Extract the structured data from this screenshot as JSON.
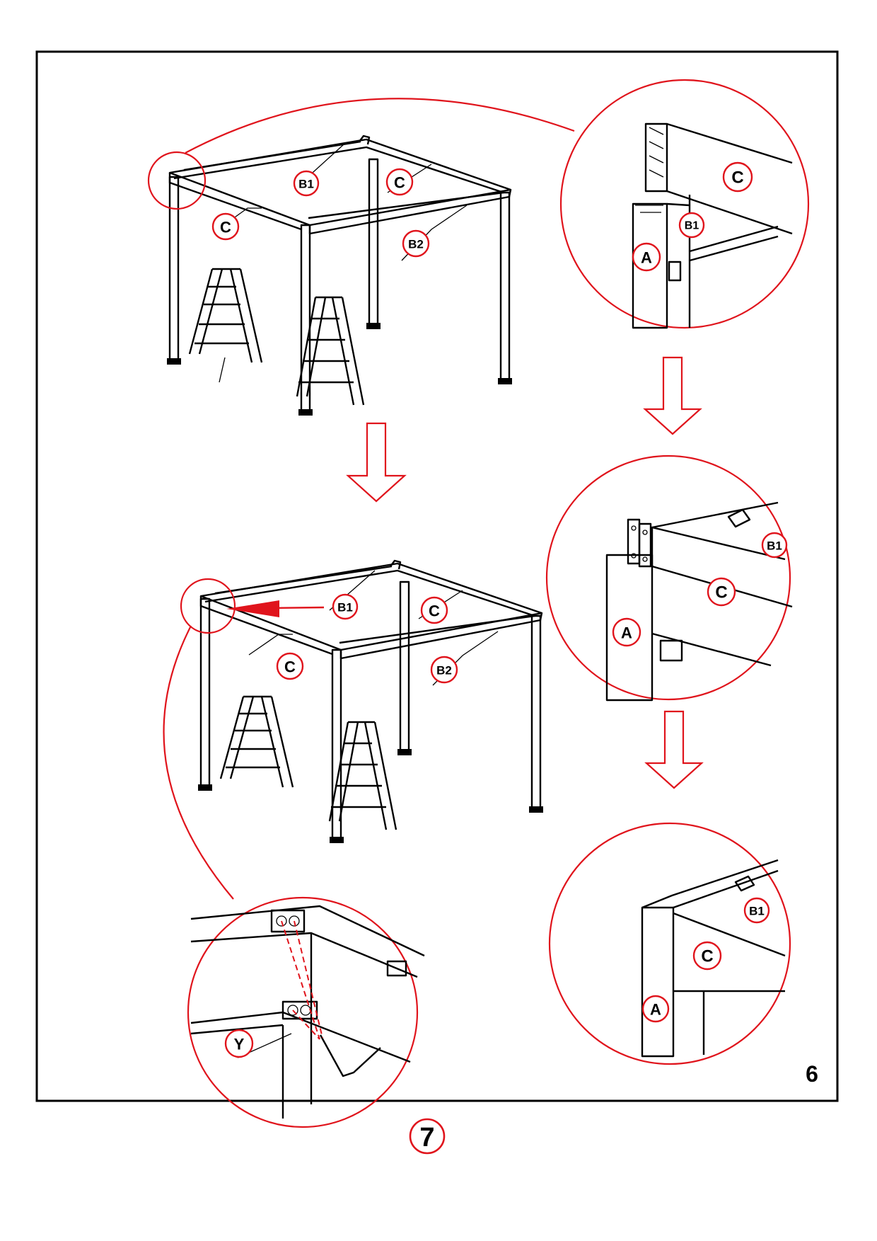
{
  "page": {
    "number": "6",
    "step": "7"
  },
  "labels": {
    "A": "A",
    "B1": "B1",
    "B2": "B2",
    "C": "C",
    "Y": "Y"
  },
  "colors": {
    "accent": "#e0141c",
    "ink": "#000000"
  }
}
